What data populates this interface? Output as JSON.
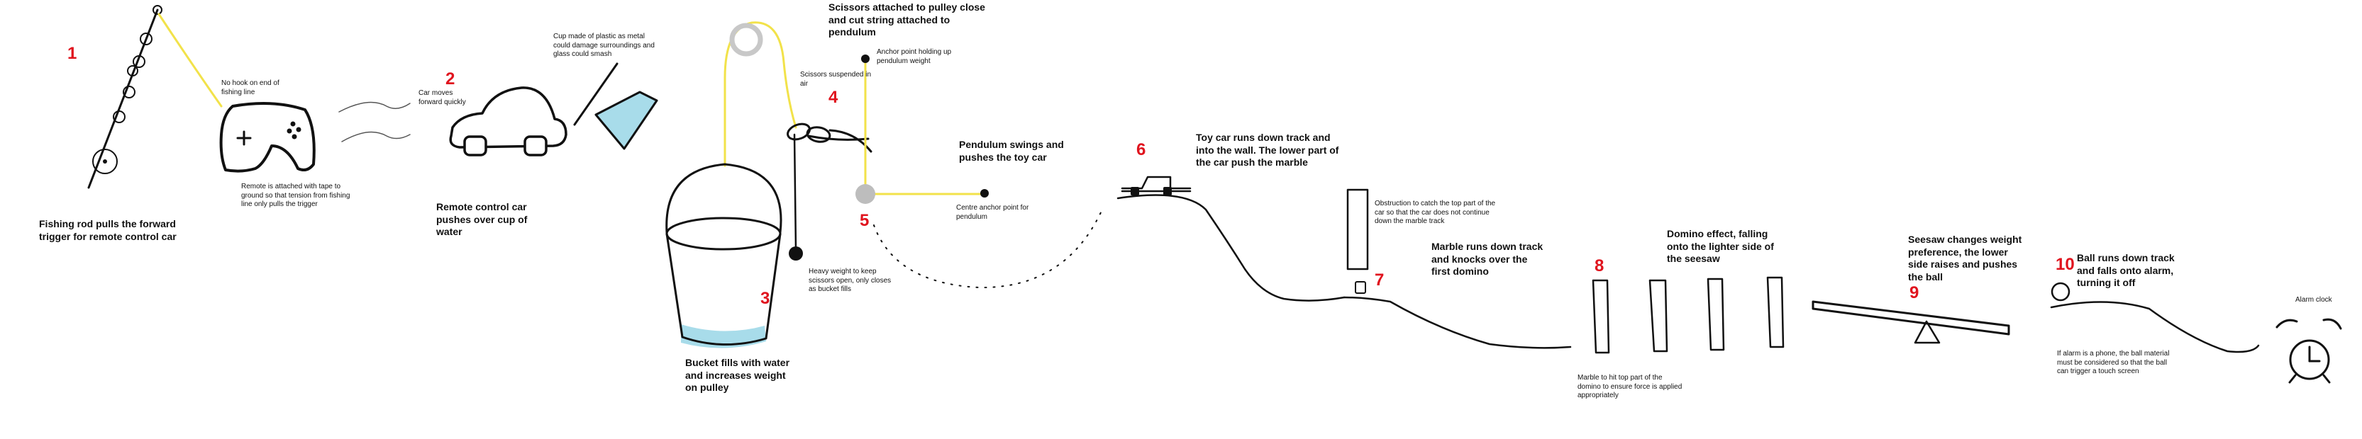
{
  "colors": {
    "ink": "#111111",
    "string": "#f2e24a",
    "water": "#a8dcea",
    "number": "#e0141e",
    "weight_grey": "#bdbdbd"
  },
  "steps": [
    {
      "number": "1"
    },
    {
      "number": "2"
    },
    {
      "number": "3"
    },
    {
      "number": "4"
    },
    {
      "number": "5"
    },
    {
      "number": "6"
    },
    {
      "number": "7"
    },
    {
      "number": "8"
    },
    {
      "number": "9"
    },
    {
      "number": "10"
    }
  ],
  "captions": {
    "fishing_rod": "Fishing rod pulls the forward trigger for remote control car",
    "no_hook": "No hook on end of fishing line",
    "remote_tape": "Remote is attached with tape to ground so that tension from fishing line only pulls the trigger",
    "car_moves": "Car moves forward quickly",
    "rc_car": "Remote control car pushes over cup of water",
    "cup": "Cup made of plastic as metal could damage surroundings and glass could smash",
    "bucket": "Bucket fills with water and increases weight on pulley",
    "scissors_title": "Scissors attached to pulley close and cut string attached to pendulum",
    "anchor_point": "Anchor point holding up pendulum weight",
    "scissors_suspended": "Scissors suspended in air",
    "heavy_weight": "Heavy weight to keep scissors open, only closes as bucket fills",
    "pendulum": "Pendulum swings and pushes the toy car",
    "centre_anchor": "Centre anchor point for pendulum",
    "toy_car": "Toy car runs down track and into the wall. The lower part of the car push the marble",
    "obstruction": "Obstruction to catch the top part of the car so that the car does not continue down the marble track",
    "marble_runs": "Marble runs down track and knocks over the first domino",
    "marble_hit": "Marble to hit top part of the domino to ensure force is applied appropriately",
    "domino": "Domino effect, falling onto the lighter side of the seesaw",
    "seesaw": "Seesaw changes weight preference, the lower side raises and pushes the ball",
    "ball": "Ball runs down track and falls onto alarm, turning it off",
    "phone_note": "If alarm is a phone, the ball material must be considered so that the ball can trigger a touch screen",
    "alarm_clock": "Alarm clock"
  }
}
